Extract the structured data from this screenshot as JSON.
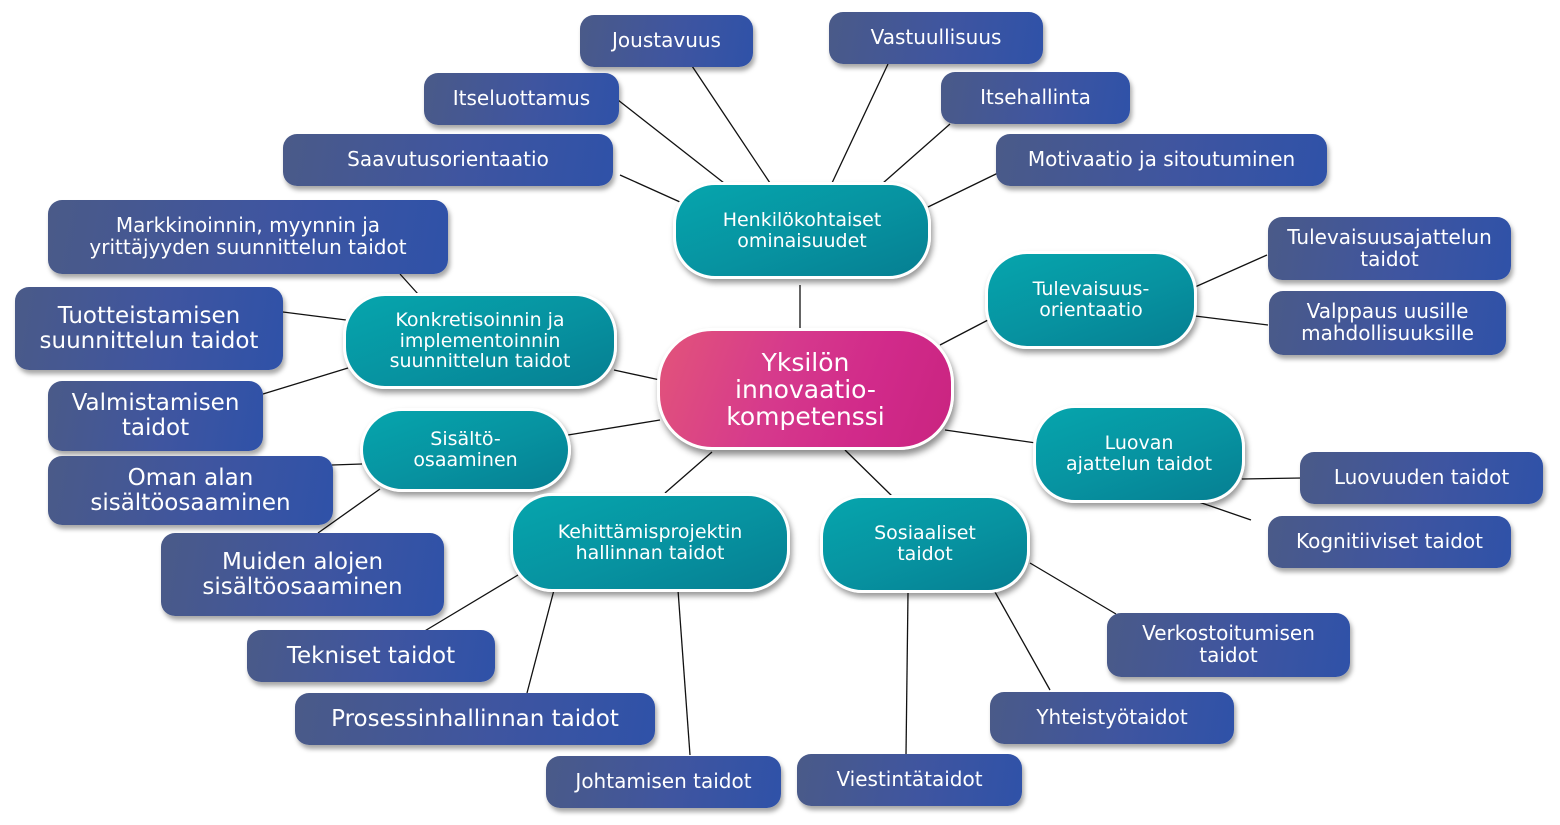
{
  "core": {
    "label": "Yksilön\ninnovaatio-\nkompetenssi",
    "color": "#d6338a"
  },
  "colors": {
    "category": "#0899a6",
    "leaf": "#3d54a0",
    "line": "#111111"
  },
  "categories": {
    "henkilokohtaiset": {
      "label": "Henkilökohtaiset\nominaisuudet",
      "items": [
        "Joustavuus",
        "Vastuullisuus",
        "Itseluottamus",
        "Itsehallinta",
        "Saavutusorientaatio",
        "Motivaatio ja sitoutuminen"
      ]
    },
    "konkretisointi": {
      "label": "Konkretisoinnin ja\nimplementoinnin\nsuunnittelun taidot",
      "items": [
        "Markkinoinnin, myynnin ja\nyrittäjyyden suunnittelun taidot",
        "Tuotteistamisen\nsuunnittelun taidot",
        "Valmistamisen\ntaidot"
      ]
    },
    "sisalto": {
      "label": "Sisältö-\nosaaminen",
      "items": [
        "Oman alan\nsisältöosaaminen",
        "Muiden alojen\nsisältöosaaminen"
      ]
    },
    "kehittaminen": {
      "label": "Kehittämisprojektin\nhallinnan taidot",
      "items": [
        "Tekniset taidot",
        "Prosessinhallinnan taidot",
        "Johtamisen taidot"
      ]
    },
    "sosiaaliset": {
      "label": "Sosiaaliset\ntaidot",
      "items": [
        "Viestintätaidot",
        "Yhteistyötaidot",
        "Verkostoitumisen\ntaidot"
      ]
    },
    "luova": {
      "label": "Luovan\najattelun taidot",
      "items": [
        "Luovuuden taidot",
        "Kognitiiviset taidot"
      ]
    },
    "tulevaisuus": {
      "label": "Tulevaisuus-\norientaatio",
      "items": [
        "Tulevaisuusajattelun\ntaidot",
        "Valppaus uusille\nmahdollisuuksille"
      ]
    }
  }
}
